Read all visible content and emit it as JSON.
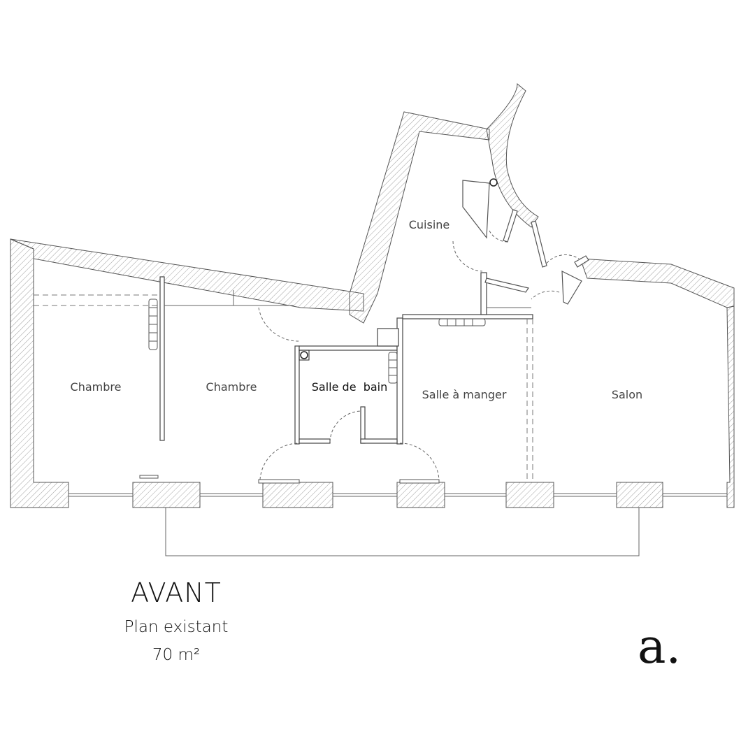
{
  "plan": {
    "rooms": [
      {
        "label": "Chambre",
        "id": "chambre-1"
      },
      {
        "label": "Chambre",
        "id": "chambre-2"
      },
      {
        "label": "Salle de  bain",
        "id": "salle-de-bain"
      },
      {
        "label": "Salle à manger",
        "id": "salle-a-manger"
      },
      {
        "label": "Salon",
        "id": "salon"
      },
      {
        "label": "Cuisine",
        "id": "cuisine"
      }
    ]
  },
  "caption": {
    "title": "AVANT",
    "subtitle": "Plan existant",
    "area": "70 m²"
  },
  "logo": {
    "text": "a."
  },
  "colors": {
    "wall_stroke": "#555555",
    "hatch": "#9a9a9a",
    "text": "#111111"
  }
}
